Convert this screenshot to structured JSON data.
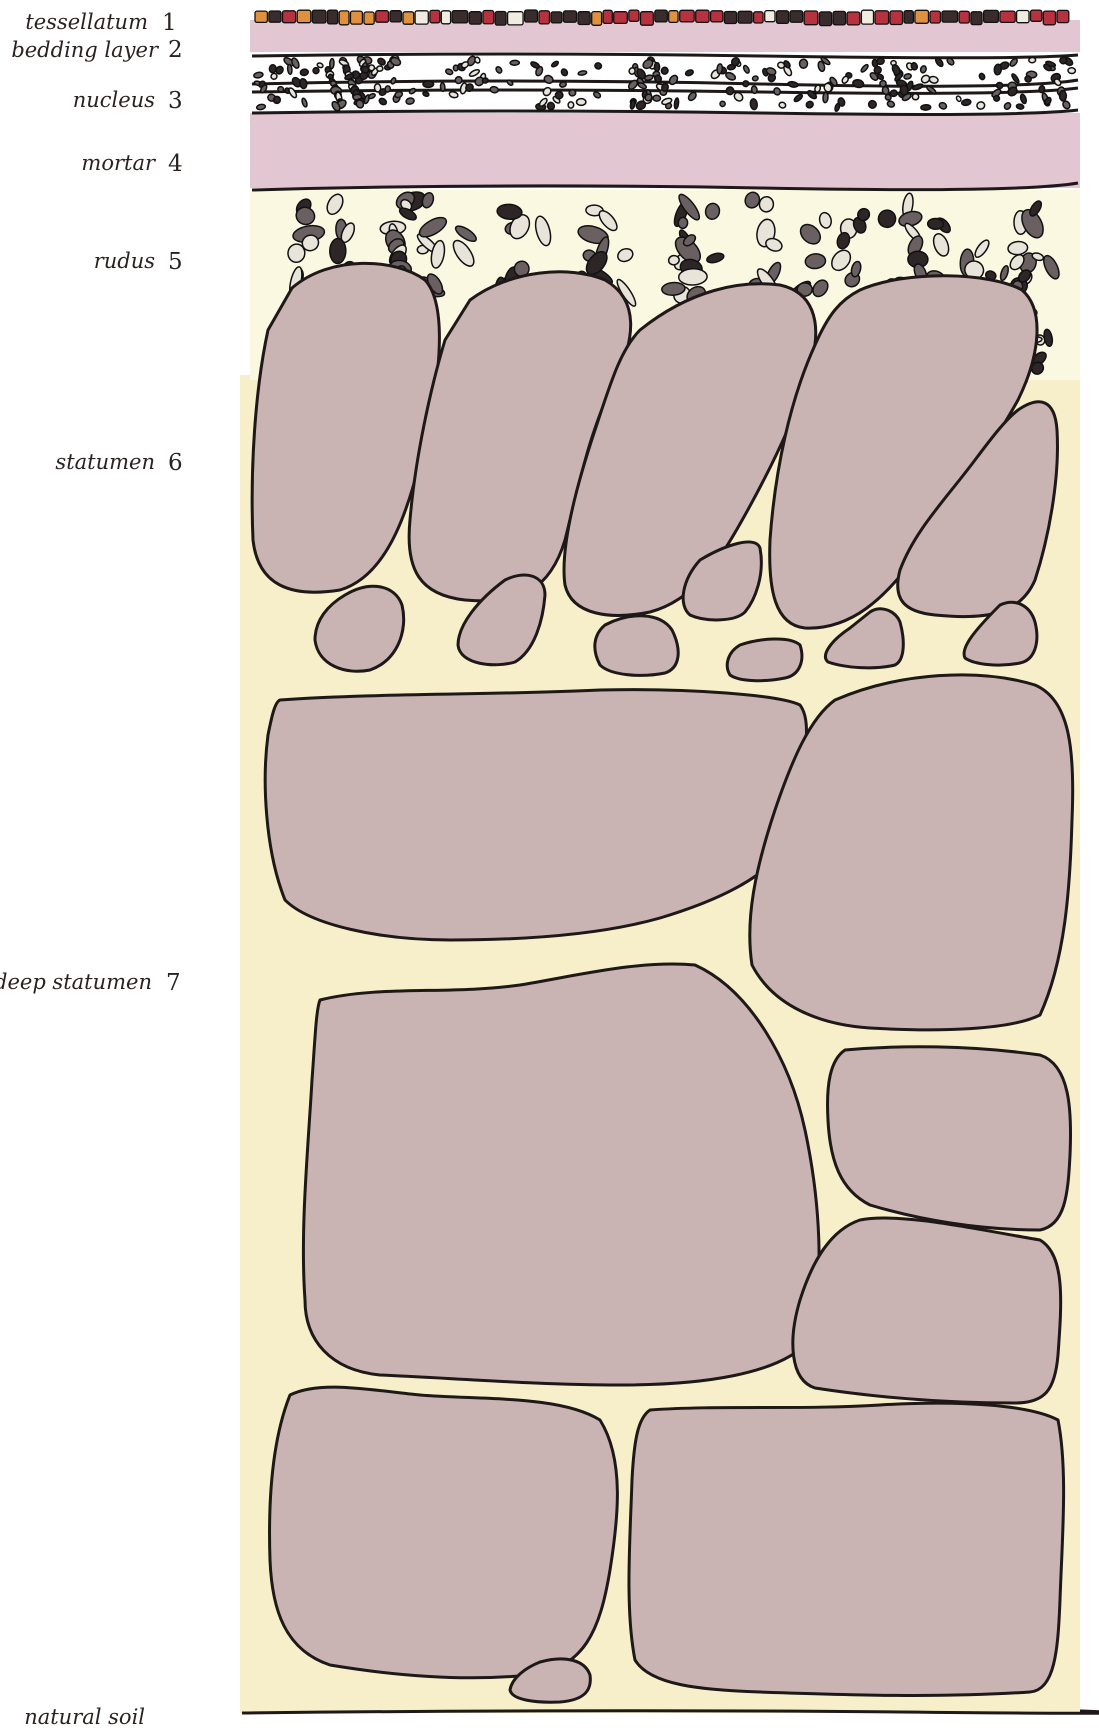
{
  "layers": [
    {
      "name": "tessellatum",
      "num": "1"
    },
    {
      "name": "bedding layer",
      "num": "2"
    },
    {
      "name": "nucleus",
      "num": "3"
    },
    {
      "name": "mortar",
      "num": "4"
    },
    {
      "name": "rudus",
      "num": "5"
    },
    {
      "name": "statumen",
      "num": "6"
    },
    {
      "name": "deep statumen",
      "num": "7"
    },
    {
      "name": "natural soil",
      "num": ""
    }
  ],
  "colors": {
    "pink": "#e2c6d2",
    "cream": "#f6efc9",
    "pale_cream": "#fbf8e2",
    "stone": "#c9b4b3",
    "outline": "#1e1818",
    "tessera_red": "#b8313f",
    "tessera_orange": "#e0913f",
    "tessera_dark": "#3a2b2d",
    "tessera_white": "#f1ece0"
  }
}
